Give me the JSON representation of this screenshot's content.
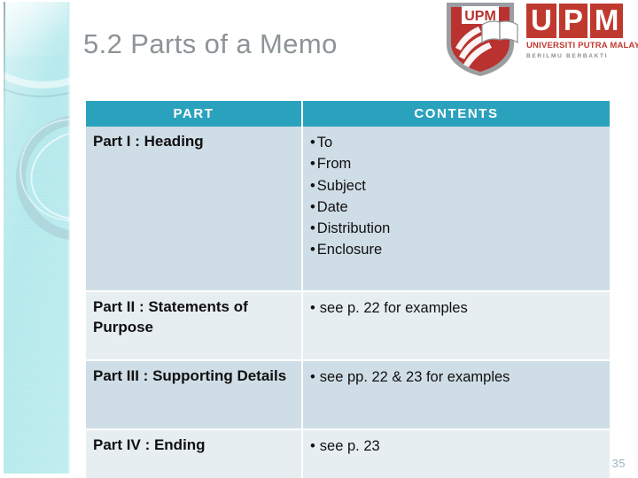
{
  "slide": {
    "title": "5.2 Parts of a Memo",
    "page_number": "35",
    "accent_teal": "#2ba2bd",
    "band_dark": "#cfdde6",
    "band_light": "#e7eef2",
    "sidebar_color": "#b2e8ec",
    "title_color": "#8d9498"
  },
  "logo": {
    "name": "upm-logo",
    "wordmark_letters": [
      "U",
      "P",
      "M"
    ],
    "wordmark_color": "#c0392f",
    "subtitle": "UNIVERSITI PUTRA MALAYSIA",
    "tagline": "BERILMU BERBAKTI",
    "crest_text": "UPM"
  },
  "table": {
    "headers": [
      "PART",
      "CONTENTS"
    ],
    "rows": [
      {
        "part": "Part I : Heading",
        "contents": [
          "To",
          "From",
          "Subject",
          "Date",
          "Distribution",
          "Enclosure"
        ]
      },
      {
        "part": "Part II : Statements of Purpose",
        "contents": [
          "see p. 22 for examples"
        ]
      },
      {
        "part": "Part III : Supporting Details",
        "contents": [
          "see pp. 22 & 23 for examples"
        ]
      },
      {
        "part": "Part IV : Ending",
        "contents": [
          "see p. 23"
        ]
      }
    ]
  }
}
